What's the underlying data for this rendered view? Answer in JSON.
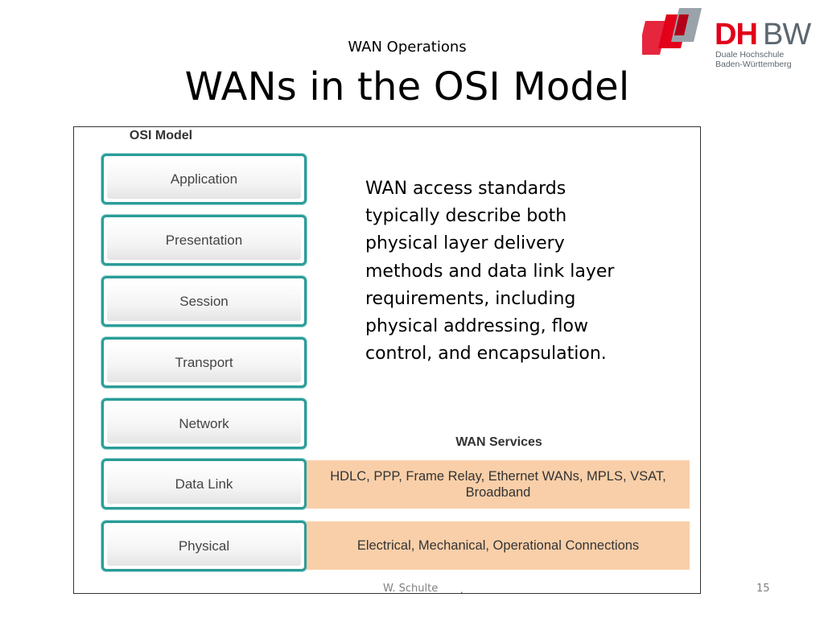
{
  "header": {
    "subtitle": "WAN Operations",
    "title": "WANs in the OSI Model"
  },
  "logo": {
    "brand_dh": "DH",
    "brand_bw": "BW",
    "line1": "Duale Hochschule",
    "line2": "Baden-Württemberg",
    "colors": {
      "red": "#e2001a",
      "gray": "#5c6770"
    }
  },
  "diagram": {
    "osi_heading": "OSI Model",
    "layers": [
      "Application",
      "Presentation",
      "Session",
      "Transport",
      "Network",
      "Data Link",
      "Physical"
    ],
    "wan_heading": "WAN Services",
    "services": {
      "data_link": "HDLC, PPP, Frame Relay, Ethernet WANs, MPLS, VSAT, Broadband",
      "physical": "Electrical, Mechanical, Operational Connections"
    },
    "colors": {
      "layer_border": "#2b9c98",
      "service_fill": "#f9cfa9"
    }
  },
  "description": "WAN access standards typically describe both physical layer delivery methods and data link layer requirements, including physical addressing, flow control, and encapsulation.",
  "footer": {
    "author": "W. Schulte",
    "dot": ".",
    "page_number": "15"
  }
}
